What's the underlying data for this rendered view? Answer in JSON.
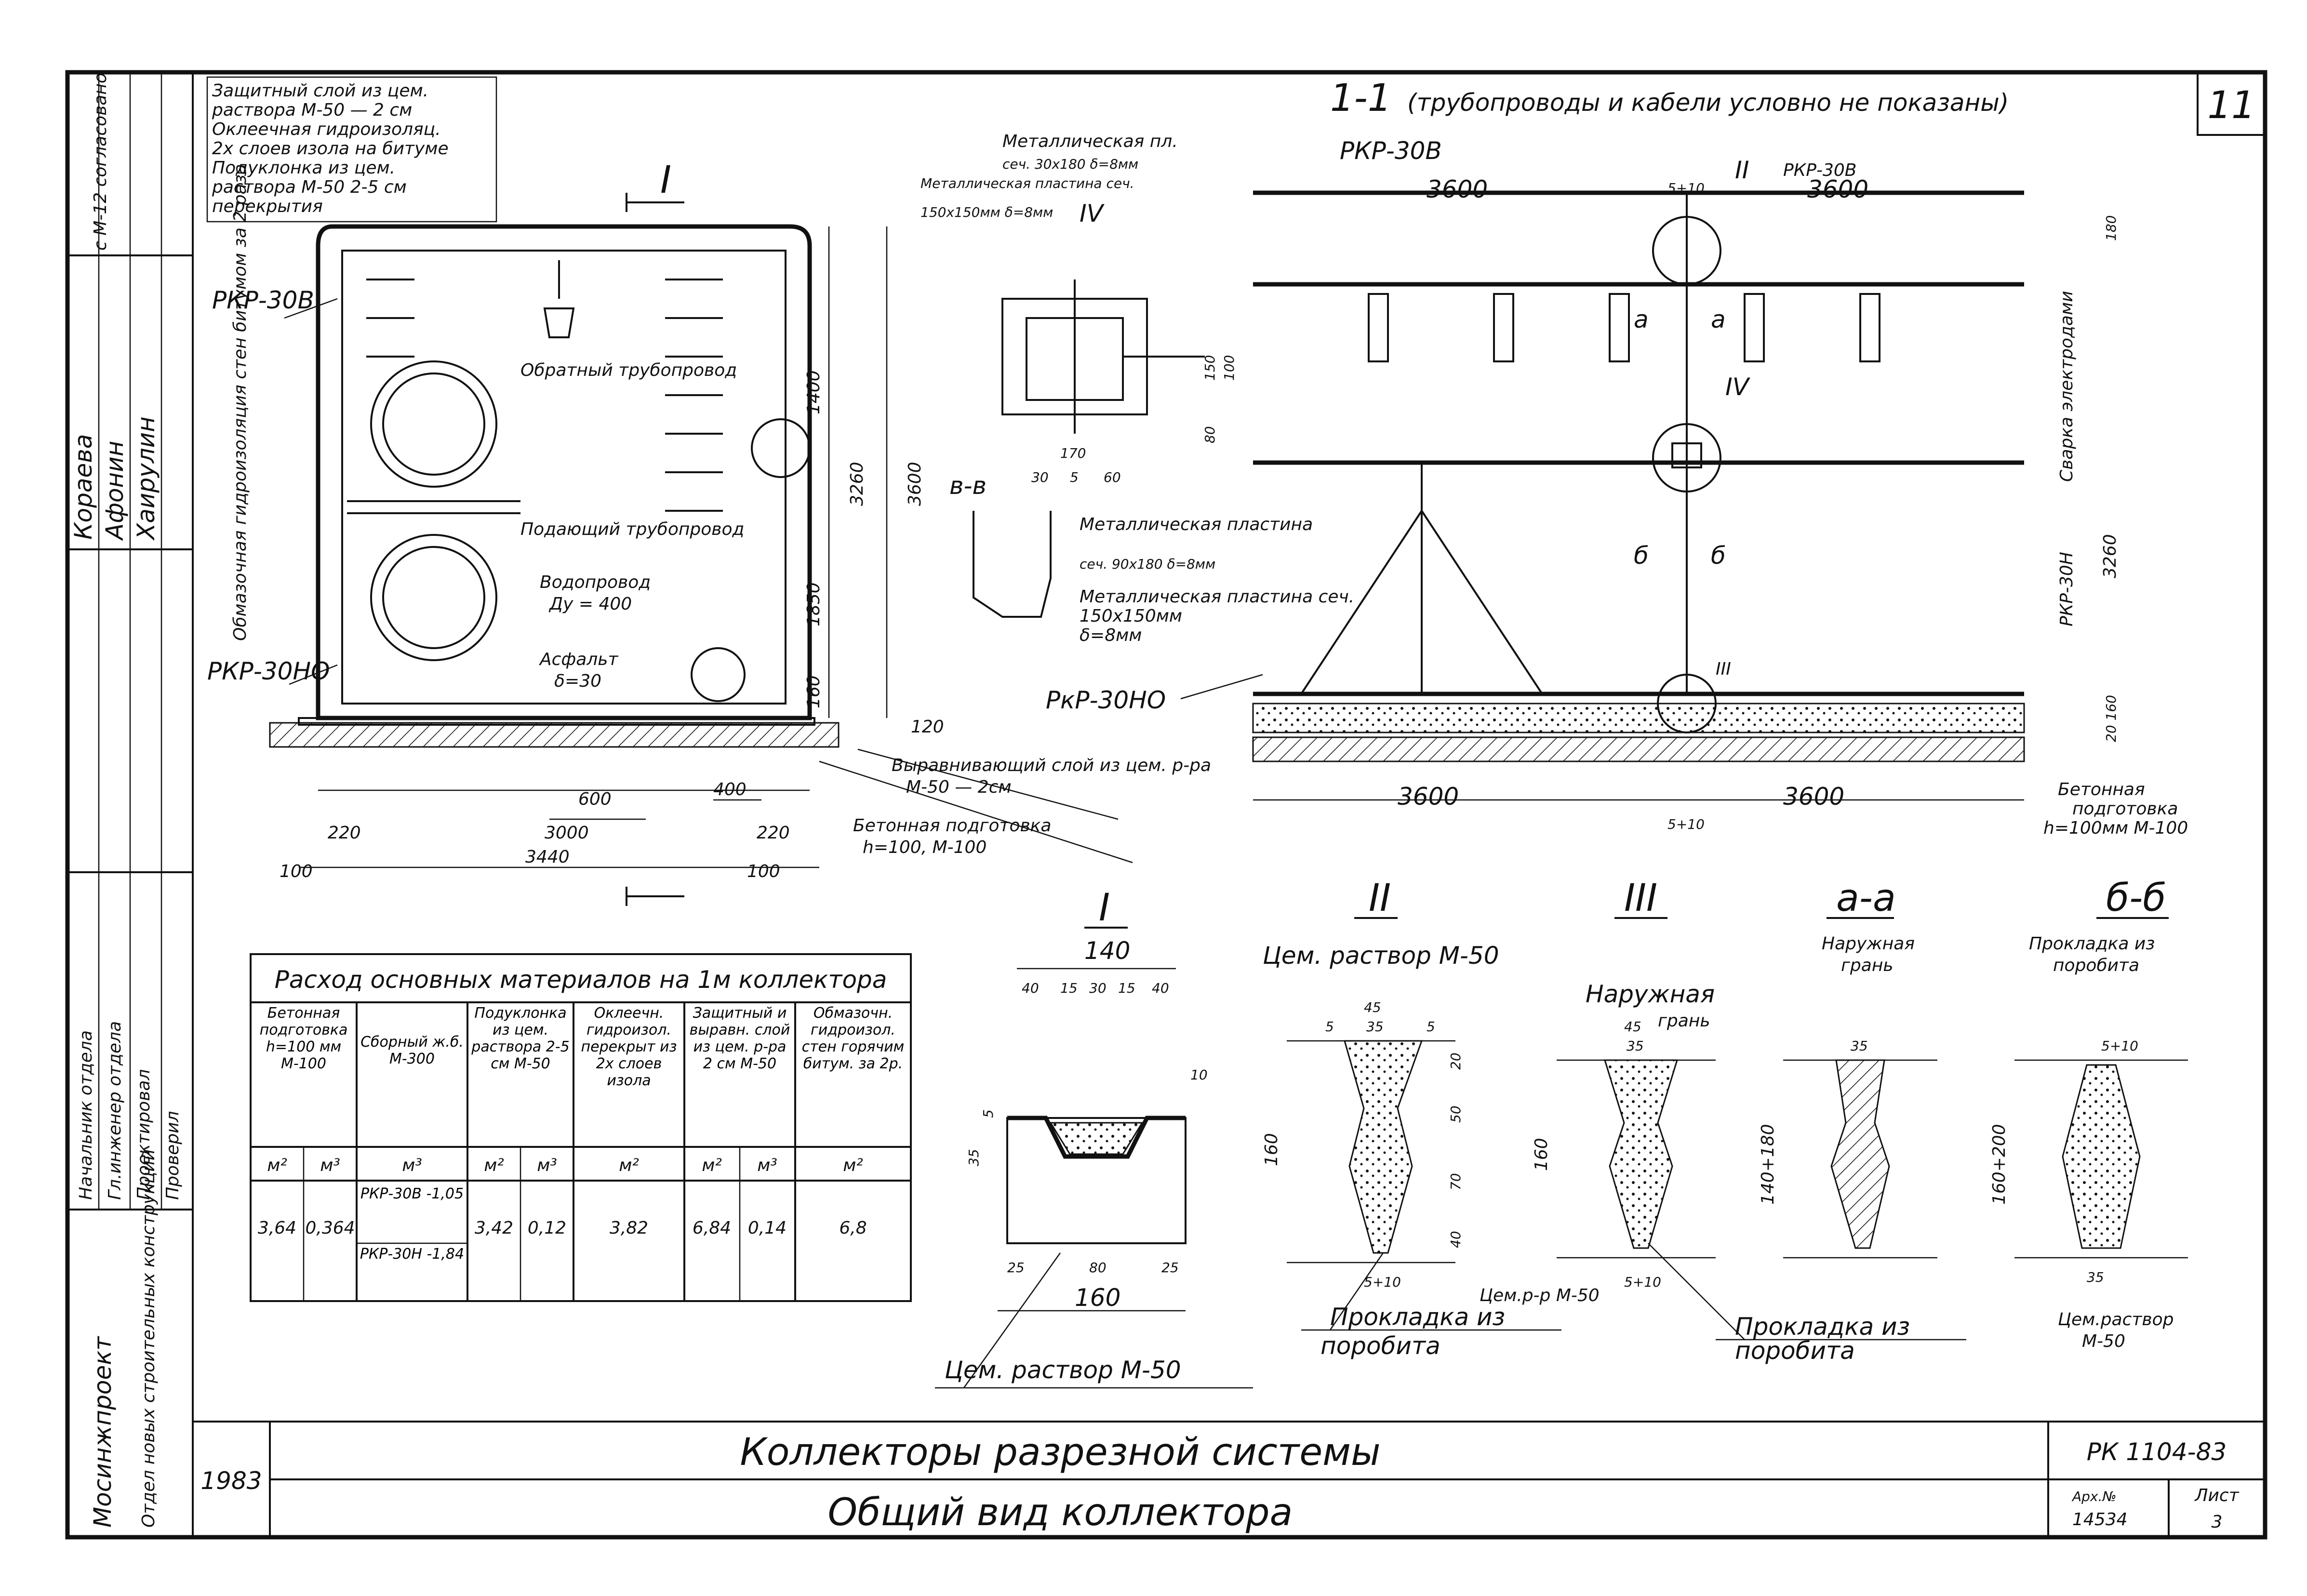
{
  "sheet": {
    "sheet_number": "11",
    "code": "РК 1104-83",
    "year": "1983",
    "title_line1": "Коллекторы разрезной системы",
    "title_line2": "Общий вид коллектора",
    "arch_label": "Арх.№",
    "arch_number": "14534",
    "list_label": "Лист",
    "list_number": "3"
  },
  "left_strip": {
    "org": "Мосинжпроект",
    "dept": "Отдел новых строительных конструкций",
    "agreed": "с М-12 согласовано",
    "names": [
      "Кораева",
      "Афонин",
      "Хаирулин"
    ],
    "roles": [
      "Начальник отдела",
      "Гл.инженер отдела",
      "Проектировал",
      "Проверил"
    ]
  },
  "section_main": {
    "layers": [
      "Защитный слой из цем.",
      "раствора М-50 — 2 см",
      "Оклеечная гидроизоляц.",
      "2х слоев изола на битуме",
      "Подуклонка из цем.",
      "раствора М-50 2-5 см",
      "перекрытия"
    ],
    "rkp_top": "РКР-30В",
    "rkp_bottom": "РКР-30НО",
    "vertical_note": "Обмазочная гидроизоляция стен битумом за 2 раза",
    "return_pipe": "Обратный трубопровод",
    "supply_pipe": "Подающий трубопровод",
    "water_pipe": "Водопровод",
    "water_dia": "Ду = 400",
    "asphalt": "Асфальт",
    "asphalt_thk": "δ=30",
    "leveling": "Выравнивающий слой из цем. р-ра",
    "leveling2": "М-50 — 2см",
    "concrete_prep": "Бетонная подготовка",
    "concrete_prep2": "h=100, М-100",
    "dim_600": "600",
    "dim_400": "400",
    "dim_220": "220",
    "dim_3000": "3000",
    "dim_3440": "3440",
    "dim_100": "100",
    "dim_3260": "3260",
    "dim_3600": "3600",
    "dim_1400": "1400",
    "dim_1850": "1850",
    "dim_160": "160",
    "dim_120": "120",
    "section_mark": "I"
  },
  "detail_iv": {
    "label": "IV",
    "plate1": "Металлическая пл.",
    "plate1_size": "сеч. 30х180 δ=8мм",
    "plate2": "Металлическая пластина сеч.",
    "plate2_size": "150х150мм δ=8мм",
    "cut": "в-в",
    "plate3": "Металлическая пластина",
    "plate3_size": "сеч. 90х180 δ=8мм",
    "plate4": "Металлическая пластина сеч.",
    "plate4_size": "150х150мм",
    "plate4_thk": "δ=8мм",
    "rkp": "РкР-30НО",
    "dim_170": "170",
    "dim_30": "30",
    "dim_5": "5",
    "dim_60": "60",
    "dim_150": "150",
    "dim_100": "100",
    "dim_80": "80"
  },
  "section_11": {
    "title": "1-1",
    "note": "(трубопроводы и кабели условно не показаны)",
    "rkp_top": "РКР-30В",
    "rkp_top2": "РКР-30В",
    "rkp_side": "РКР-30Н",
    "weld": "Сварка электродами",
    "dim_3600_a": "3600",
    "dim_3600_b": "3600",
    "dim_3600_c": "3600",
    "dim_3600_d": "3600",
    "dim_5_10_top": "5+10",
    "dim_5_10_bot": "5+10",
    "dim_3260": "3260",
    "dim_180": "180",
    "dim_20_160": "20 160",
    "mark_a": "а",
    "mark_b": "б",
    "mark_ii": "II",
    "mark_iii": "III",
    "mark_iv": "IV",
    "concrete": "Бетонная",
    "concrete2": "подготовка",
    "concrete3": "h=100мм М-100"
  },
  "materials_table": {
    "title": "Расход основных материалов на 1м коллектора",
    "headers": [
      "Бетонная подготовка h=100 мм М-100",
      "Сборный ж.б. М-300",
      "Подуклонка из цем. раствора 2-5 см М-50",
      "Оклеечн. гидроизол. перекрыт из 2х слоев изола",
      "Защитный и выравн. слой из цем. р-ра 2 см М-50",
      "Обмазочн. гидроизол. стен горячим битум. за 2р."
    ],
    "units": [
      "м²",
      "м³",
      "м³",
      "м²",
      "м³",
      "м²",
      "м²",
      "м³",
      "м²"
    ],
    "values": [
      "3,64",
      "0,364",
      "РКР-30В -1,05",
      "РКР-30Н -1,84",
      "3,42",
      "0,12",
      "3,82",
      "6,84",
      "0,14",
      "6,8"
    ]
  },
  "detail_i": {
    "label": "I",
    "mortar": "Цем. раствор М-50",
    "dim_140": "140",
    "dim_160": "160",
    "dim_40": "40",
    "dim_15": "15",
    "dim_30": "30",
    "dim_25": "25",
    "dim_80": "80",
    "dim_10": "10",
    "dim_35": "35",
    "dim_5": "5"
  },
  "detail_ii": {
    "label": "II",
    "mortar": "Цем. раствор М-50",
    "dim_45": "45",
    "dim_35": "35",
    "dim_5": "5",
    "dim_160": "160",
    "dim_20": "20",
    "dim_50": "50",
    "dim_70": "70",
    "dim_40": "40",
    "dim_5_10": "5+10",
    "gasket": "Прокладка из",
    "gasket2": "поробита"
  },
  "detail_iii": {
    "label": "III",
    "outer": "Наружная",
    "outer2": "грань",
    "dim_45": "45",
    "dim_35": "35",
    "dim_160": "160",
    "mortar": "Цем.р-р М-50",
    "dim_5_10": "5+10"
  },
  "detail_aa": {
    "label": "а-а",
    "outer": "Наружная",
    "outer2": "грань",
    "dim_35": "35",
    "dim_range": "140+180",
    "gasket": "Прокладка из",
    "gasket2": "поробита"
  },
  "detail_bb": {
    "label": "б-б",
    "gasket": "Прокладка из",
    "gasket2": "поробита",
    "dim_range": "160+200",
    "dim_5_10": "5+10",
    "dim_35": "35",
    "mortar": "Цем.раствор",
    "mortar2": "М-50"
  }
}
